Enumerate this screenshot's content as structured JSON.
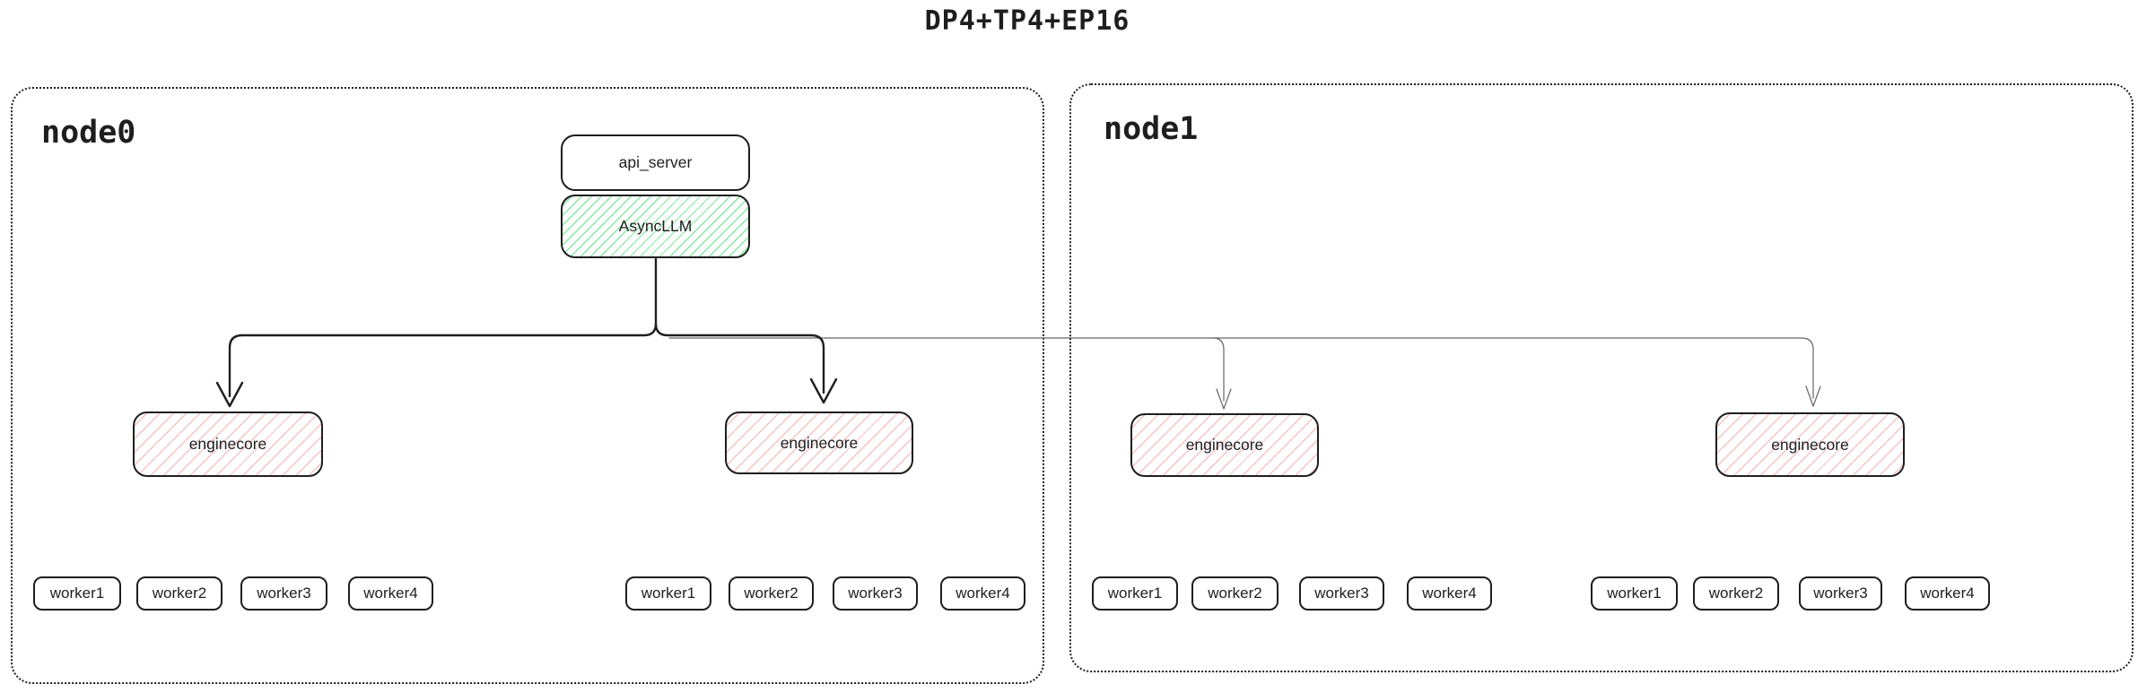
{
  "title": "DP4+TP4+EP16",
  "colors": {
    "stroke": "#1e1e1e",
    "thin_line": "#666666",
    "asyncllm_hatch": "#86e8a3",
    "enginecore_hatch": "#f6c3c3"
  },
  "node0": {
    "label": "node0"
  },
  "node1": {
    "label": "node1"
  },
  "api_server": {
    "label": "api_server"
  },
  "asyncllm": {
    "label": "AsyncLLM"
  },
  "enginecores": [
    {
      "label": "enginecore",
      "node": "node0"
    },
    {
      "label": "enginecore",
      "node": "node0"
    },
    {
      "label": "enginecore",
      "node": "node1"
    },
    {
      "label": "enginecore",
      "node": "node1"
    }
  ],
  "worker_groups": [
    {
      "workers": [
        "worker1",
        "worker2",
        "worker3",
        "worker4"
      ]
    },
    {
      "workers": [
        "worker1",
        "worker2",
        "worker3",
        "worker4"
      ]
    },
    {
      "workers": [
        "worker1",
        "worker2",
        "worker3",
        "worker4"
      ]
    },
    {
      "workers": [
        "worker1",
        "worker2",
        "worker3",
        "worker4"
      ]
    }
  ]
}
